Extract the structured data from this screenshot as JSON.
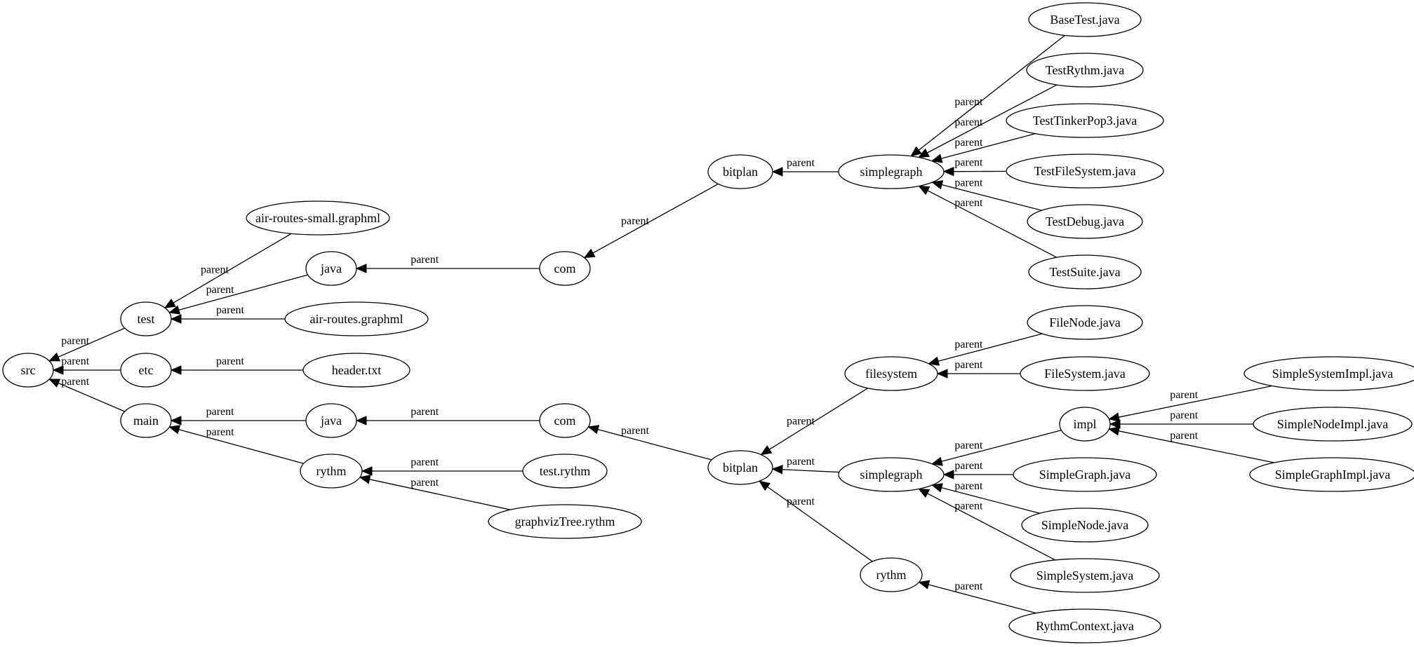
{
  "diagram": {
    "nodes": [
      {
        "id": "src",
        "label": "src"
      },
      {
        "id": "test",
        "label": "test"
      },
      {
        "id": "etc",
        "label": "etc"
      },
      {
        "id": "main",
        "label": "main"
      },
      {
        "id": "air_small",
        "label": "air-routes-small.graphml"
      },
      {
        "id": "java_t",
        "label": "java"
      },
      {
        "id": "air",
        "label": "air-routes.graphml"
      },
      {
        "id": "header",
        "label": "header.txt"
      },
      {
        "id": "java_m",
        "label": "java"
      },
      {
        "id": "rythm_m",
        "label": "rythm"
      },
      {
        "id": "com_t",
        "label": "com"
      },
      {
        "id": "com_m",
        "label": "com"
      },
      {
        "id": "test_rythm",
        "label": "test.rythm"
      },
      {
        "id": "gvtree",
        "label": "graphvizTree.rythm"
      },
      {
        "id": "bitplan_t",
        "label": "bitplan"
      },
      {
        "id": "bitplan_m",
        "label": "bitplan"
      },
      {
        "id": "sg_t",
        "label": "simplegraph"
      },
      {
        "id": "filesystem",
        "label": "filesystem"
      },
      {
        "id": "sg_m",
        "label": "simplegraph"
      },
      {
        "id": "rythm_b",
        "label": "rythm"
      },
      {
        "id": "basetest",
        "label": "BaseTest.java"
      },
      {
        "id": "testrythm",
        "label": "TestRythm.java"
      },
      {
        "id": "testtp3",
        "label": "TestTinkerPop3.java"
      },
      {
        "id": "testfs",
        "label": "TestFileSystem.java"
      },
      {
        "id": "testdebug",
        "label": "TestDebug.java"
      },
      {
        "id": "testsuite",
        "label": "TestSuite.java"
      },
      {
        "id": "filenode",
        "label": "FileNode.java"
      },
      {
        "id": "filesys",
        "label": "FileSystem.java"
      },
      {
        "id": "impl",
        "label": "impl"
      },
      {
        "id": "sgraph",
        "label": "SimpleGraph.java"
      },
      {
        "id": "snode",
        "label": "SimpleNode.java"
      },
      {
        "id": "ssystem",
        "label": "SimpleSystem.java"
      },
      {
        "id": "rctx",
        "label": "RythmContext.java"
      },
      {
        "id": "ssimpl",
        "label": "SimpleSystemImpl.java"
      },
      {
        "id": "snimpl",
        "label": "SimpleNodeImpl.java"
      },
      {
        "id": "sgimpl",
        "label": "SimpleGraphImpl.java"
      }
    ],
    "edges": [
      {
        "from": "test",
        "to": "src",
        "label": "parent"
      },
      {
        "from": "etc",
        "to": "src",
        "label": "parent"
      },
      {
        "from": "main",
        "to": "src",
        "label": "parent"
      },
      {
        "from": "air_small",
        "to": "test",
        "label": "parent"
      },
      {
        "from": "java_t",
        "to": "test",
        "label": "parent"
      },
      {
        "from": "air",
        "to": "test",
        "label": "parent"
      },
      {
        "from": "header",
        "to": "etc",
        "label": "parent"
      },
      {
        "from": "java_m",
        "to": "main",
        "label": "parent"
      },
      {
        "from": "rythm_m",
        "to": "main",
        "label": "parent"
      },
      {
        "from": "com_t",
        "to": "java_t",
        "label": "parent"
      },
      {
        "from": "com_m",
        "to": "java_m",
        "label": "parent"
      },
      {
        "from": "test_rythm",
        "to": "rythm_m",
        "label": "parent"
      },
      {
        "from": "gvtree",
        "to": "rythm_m",
        "label": "parent"
      },
      {
        "from": "bitplan_t",
        "to": "com_t",
        "label": "parent"
      },
      {
        "from": "bitplan_m",
        "to": "com_m",
        "label": "parent"
      },
      {
        "from": "sg_t",
        "to": "bitplan_t",
        "label": "parent"
      },
      {
        "from": "filesystem",
        "to": "bitplan_m",
        "label": "parent"
      },
      {
        "from": "sg_m",
        "to": "bitplan_m",
        "label": "parent"
      },
      {
        "from": "rythm_b",
        "to": "bitplan_m",
        "label": "parent"
      },
      {
        "from": "basetest",
        "to": "sg_t",
        "label": "parent"
      },
      {
        "from": "testrythm",
        "to": "sg_t",
        "label": "parent"
      },
      {
        "from": "testtp3",
        "to": "sg_t",
        "label": "parent"
      },
      {
        "from": "testfs",
        "to": "sg_t",
        "label": "parent"
      },
      {
        "from": "testdebug",
        "to": "sg_t",
        "label": "parent"
      },
      {
        "from": "testsuite",
        "to": "sg_t",
        "label": "parent"
      },
      {
        "from": "filenode",
        "to": "filesystem",
        "label": "parent"
      },
      {
        "from": "filesys",
        "to": "filesystem",
        "label": "parent"
      },
      {
        "from": "impl",
        "to": "sg_m",
        "label": "parent"
      },
      {
        "from": "sgraph",
        "to": "sg_m",
        "label": "parent"
      },
      {
        "from": "snode",
        "to": "sg_m",
        "label": "parent"
      },
      {
        "from": "ssystem",
        "to": "sg_m",
        "label": "parent"
      },
      {
        "from": "rctx",
        "to": "rythm_b",
        "label": "parent"
      },
      {
        "from": "ssimpl",
        "to": "impl",
        "label": "parent"
      },
      {
        "from": "snimpl",
        "to": "impl",
        "label": "parent"
      },
      {
        "from": "sgimpl",
        "to": "impl",
        "label": "parent"
      }
    ]
  }
}
